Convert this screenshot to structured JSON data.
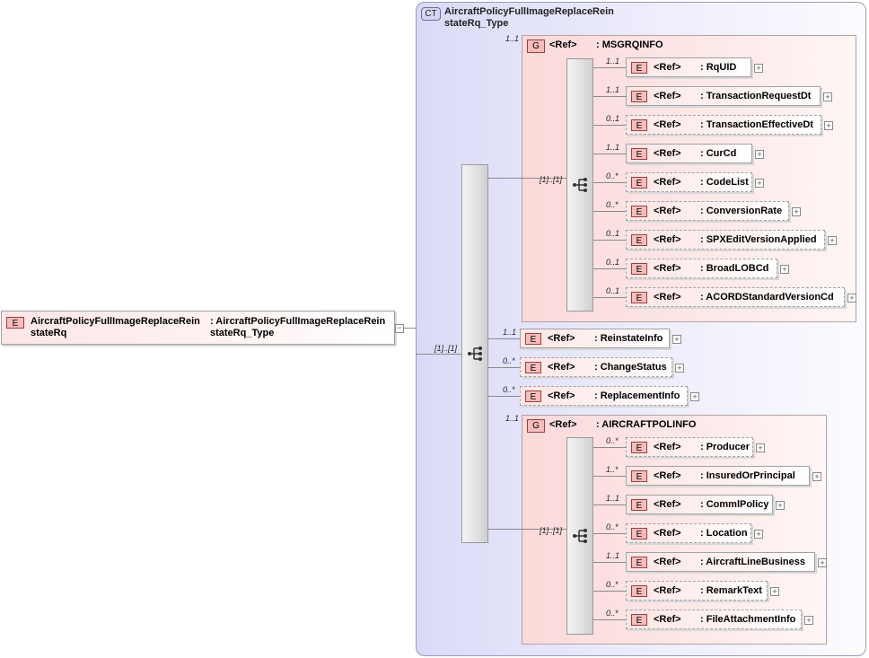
{
  "root": {
    "badge": "E",
    "name_line1": "AircraftPolicyFullImageReplaceRein",
    "name_line2": "stateRq",
    "type_line1": ": AircraftPolicyFullImageReplaceRein",
    "type_line2": "stateRq_Type"
  },
  "complex_type": {
    "badge": "CT",
    "title_line1": "AircraftPolicyFullImageReplaceRein",
    "title_line2": "stateRq_Type"
  },
  "main_sequence": {
    "multiplicity": "[1]..[1]"
  },
  "msgrqinfo": {
    "badge": "G",
    "ref": "<Ref>",
    "name": ": MSGRQINFO",
    "multiplicity": "1..1",
    "sequence_multiplicity": "[1]..[1]",
    "children": [
      {
        "mult": "1..1",
        "ref": "<Ref>",
        "name": ": RqUID",
        "optional": false
      },
      {
        "mult": "1..1",
        "ref": "<Ref>",
        "name": ": TransactionRequestDt",
        "optional": false
      },
      {
        "mult": "0..1",
        "ref": "<Ref>",
        "name": ": TransactionEffectiveDt",
        "optional": true
      },
      {
        "mult": "1..1",
        "ref": "<Ref>",
        "name": ": CurCd",
        "optional": false
      },
      {
        "mult": "0..*",
        "ref": "<Ref>",
        "name": ": CodeList",
        "optional": true
      },
      {
        "mult": "0..*",
        "ref": "<Ref>",
        "name": ": ConversionRate",
        "optional": true
      },
      {
        "mult": "0..1",
        "ref": "<Ref>",
        "name": ": SPXEditVersionApplied",
        "optional": true
      },
      {
        "mult": "0..1",
        "ref": "<Ref>",
        "name": ": BroadLOBCd",
        "optional": true
      },
      {
        "mult": "0..1",
        "ref": "<Ref>",
        "name": ": ACORDStandardVersionCd",
        "optional": true
      }
    ]
  },
  "middle": [
    {
      "mult": "1..1",
      "ref": "<Ref>",
      "name": ": ReinstateInfo",
      "optional": false
    },
    {
      "mult": "0..*",
      "ref": "<Ref>",
      "name": ": ChangeStatus",
      "optional": true
    },
    {
      "mult": "0..*",
      "ref": "<Ref>",
      "name": ": ReplacementInfo",
      "optional": true
    }
  ],
  "aircraftpolinfo": {
    "badge": "G",
    "ref": "<Ref>",
    "name": ": AIRCRAFTPOLINFO",
    "multiplicity": "1..1",
    "sequence_multiplicity": "[1]..[1]",
    "children": [
      {
        "mult": "0..*",
        "ref": "<Ref>",
        "name": ": Producer",
        "optional": true
      },
      {
        "mult": "1..*",
        "ref": "<Ref>",
        "name": ": InsuredOrPrincipal",
        "optional": false
      },
      {
        "mult": "1..1",
        "ref": "<Ref>",
        "name": ": CommlPolicy",
        "optional": false
      },
      {
        "mult": "0..*",
        "ref": "<Ref>",
        "name": ": Location",
        "optional": true
      },
      {
        "mult": "1..1",
        "ref": "<Ref>",
        "name": ": AircraftLineBusiness",
        "optional": false
      },
      {
        "mult": "0..*",
        "ref": "<Ref>",
        "name": ": RemarkText",
        "optional": true
      },
      {
        "mult": "0..*",
        "ref": "<Ref>",
        "name": ": FileAttachmentInfo",
        "optional": true
      }
    ]
  },
  "element_badge": "E",
  "expand_symbol": "+",
  "collapse_symbol": "−"
}
